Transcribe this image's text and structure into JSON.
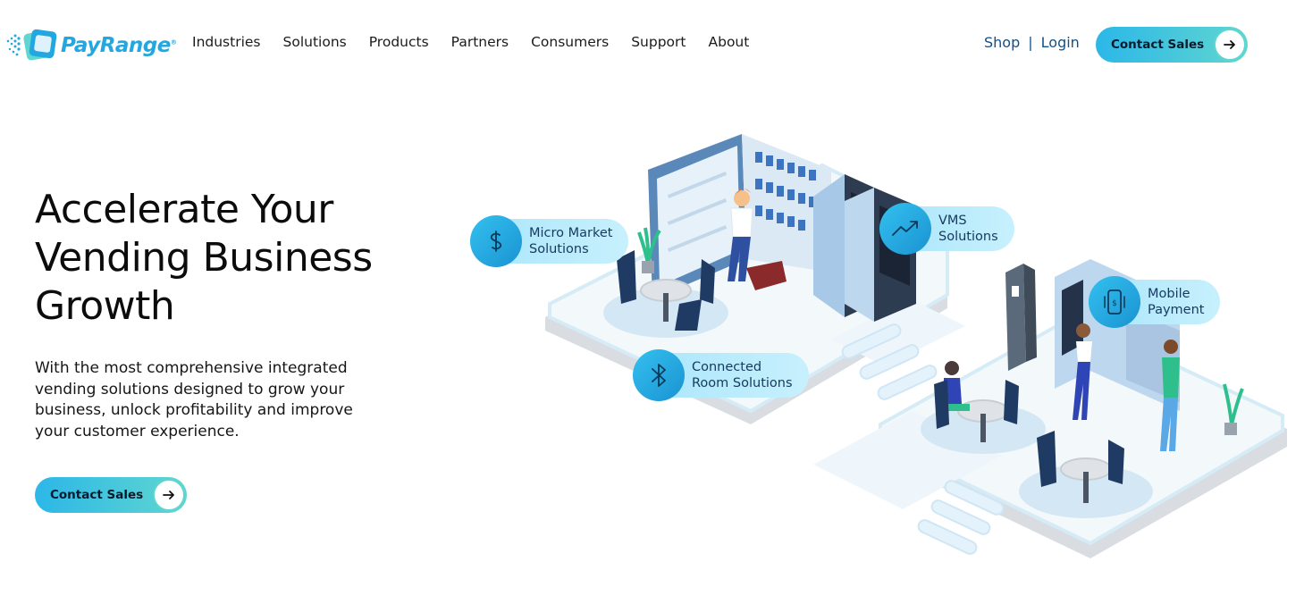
{
  "brand": {
    "name": "PayRange",
    "registered": "®",
    "primary_color": "#22a7e0",
    "accent_gradient": [
      "#2cb7e8",
      "#5fd6cf"
    ]
  },
  "nav": {
    "items": [
      {
        "label": "Industries"
      },
      {
        "label": "Solutions"
      },
      {
        "label": "Products"
      },
      {
        "label": "Partners"
      },
      {
        "label": "Consumers"
      },
      {
        "label": "Support"
      },
      {
        "label": "About"
      }
    ]
  },
  "utility": {
    "shop": "Shop",
    "separator": "|",
    "login": "Login"
  },
  "header_cta": {
    "label": "Contact Sales",
    "icon": "arrow-right-icon"
  },
  "hero": {
    "title_lines": [
      "Accelerate Your",
      "Vending Business",
      "Growth"
    ],
    "body": "With the most comprehensive integrated vending solutions designed to grow your business, unlock profitability and improve your customer experience.",
    "cta_label": "Contact Sales",
    "cta_icon": "arrow-right-icon"
  },
  "illustration": {
    "badges": [
      {
        "icon": "dollar-icon",
        "line1": "Micro Market",
        "line2": "Solutions"
      },
      {
        "icon": "trend-up-icon",
        "line1": "VMS",
        "line2": "Solutions"
      },
      {
        "icon": "mobile-payment-icon",
        "line1": "Mobile",
        "line2": "Payment"
      },
      {
        "icon": "bluetooth-icon",
        "line1": "Connected",
        "line2": "Room Solutions"
      }
    ]
  }
}
